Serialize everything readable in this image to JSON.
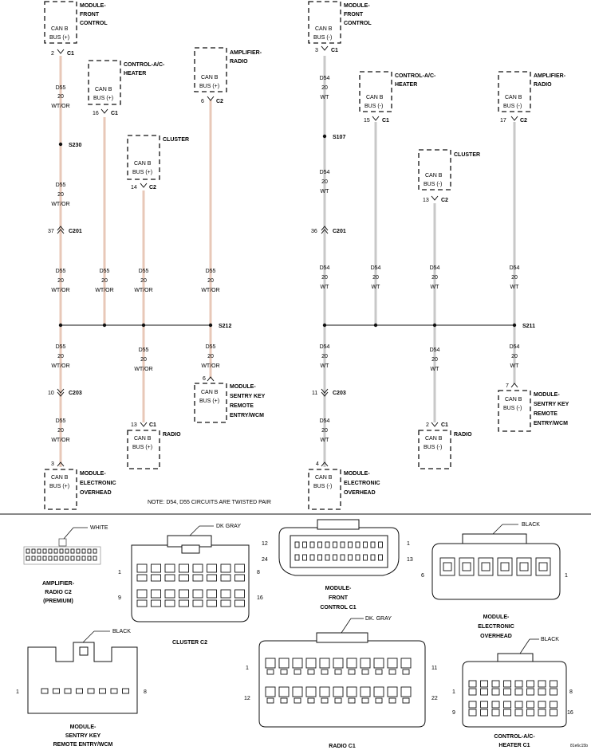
{
  "left_circuit": {
    "module_front_control": {
      "title_lines": [
        "MODULE-",
        "FRONT",
        "CONTROL"
      ],
      "bus": [
        "CAN B",
        "BUS (+)"
      ],
      "pin": "2",
      "conn": "C1"
    },
    "control_ac_heater": {
      "title_lines": [
        "CONTROL-A/C-",
        "HEATER"
      ],
      "bus": [
        "CAN B",
        "BUS (+)"
      ],
      "pin": "16",
      "conn": "C1"
    },
    "amplifier_radio": {
      "title_lines": [
        "AMPLIFIER-",
        "RADIO"
      ],
      "bus": [
        "CAN B",
        "BUS (+)"
      ],
      "pin": "6",
      "conn": "C2"
    },
    "cluster": {
      "title_lines": [
        "CLUSTER"
      ],
      "bus": [
        "CAN B",
        "BUS (+)"
      ],
      "pin": "14",
      "conn": "C2"
    },
    "splice_1": "S230",
    "splice_2": "S212",
    "inline_1": {
      "pin": "37",
      "conn": "C201"
    },
    "inline_2": {
      "pin": "10",
      "conn": "C203"
    },
    "wire_labels": [
      "D55",
      "20",
      "WT/OR"
    ],
    "sentry_key": {
      "title_lines": [
        "MODULE-",
        "SENTRY KEY",
        "REMOTE",
        "ENTRY/WCM"
      ],
      "bus": [
        "CAN B",
        "BUS (+)"
      ],
      "pin": "6"
    },
    "radio": {
      "title_lines": [
        "RADIO"
      ],
      "bus": [
        "CAN B",
        "BUS (+)"
      ],
      "pin": "13",
      "conn": "C1"
    },
    "electronic_overhead": {
      "title_lines": [
        "MODULE-",
        "ELECTRONIC",
        "OVERHEAD"
      ],
      "bus": [
        "CAN B",
        "BUS (+)"
      ],
      "pin": "3"
    }
  },
  "right_circuit": {
    "module_front_control": {
      "title_lines": [
        "MODULE-",
        "FRONT",
        "CONTROL"
      ],
      "bus": [
        "CAN B",
        "BUS (-)"
      ],
      "pin": "3",
      "conn": "C1"
    },
    "control_ac_heater": {
      "title_lines": [
        "CONTROL-A/C-",
        "HEATER"
      ],
      "bus": [
        "CAN B",
        "BUS (-)"
      ],
      "pin": "15",
      "conn": "C1"
    },
    "amplifier_radio": {
      "title_lines": [
        "AMPLIFIER-",
        "RADIO"
      ],
      "bus": [
        "CAN B",
        "BUS (-)"
      ],
      "pin": "17",
      "conn": "C2"
    },
    "cluster": {
      "title_lines": [
        "CLUSTER"
      ],
      "bus": [
        "CAN B",
        "BUS (-)"
      ],
      "pin": "13",
      "conn": "C2"
    },
    "splice_1": "S107",
    "splice_2": "S211",
    "inline_1": {
      "pin": "36",
      "conn": "C201"
    },
    "inline_2": {
      "pin": "11",
      "conn": "C203"
    },
    "wire_labels": [
      "D54",
      "20",
      "WT"
    ],
    "sentry_key": {
      "title_lines": [
        "MODULE-",
        "SENTRY KEY",
        "REMOTE",
        "ENTRY/WCM"
      ],
      "bus": [
        "CAN B",
        "BUS (-)"
      ],
      "pin": "7"
    },
    "radio": {
      "title_lines": [
        "RADIO"
      ],
      "bus": [
        "CAN B",
        "BUS (-)"
      ],
      "pin": "2",
      "conn": "C1"
    },
    "electronic_overhead": {
      "title_lines": [
        "MODULE-",
        "ELECTRONIC",
        "OVERHEAD"
      ],
      "bus": [
        "CAN B",
        "BUS (-)"
      ],
      "pin": "4"
    }
  },
  "note": "NOTE:  D54, D55   CIRCUITS ARE TWISTED PAIR",
  "connectors": {
    "amplifier_radio_c2": {
      "color": "WHITE",
      "name_lines": [
        "AMPLIFIER-",
        "RADIO C2",
        "(PREMIUM)"
      ]
    },
    "cluster_c2": {
      "color": "DK GRAY",
      "name": "CLUSTER C2",
      "pins": [
        "1",
        "8",
        "9",
        "16"
      ]
    },
    "module_front_control_c1": {
      "name_lines": [
        "MODULE-",
        "FRONT",
        "CONTROL C1"
      ],
      "pins": [
        "12",
        "24",
        "1",
        "13"
      ]
    },
    "module_electronic_overhead": {
      "color": "BLACK",
      "name_lines": [
        "MODULE-",
        "ELECTRONIC",
        "OVERHEAD"
      ],
      "pins": [
        "6",
        "1"
      ]
    },
    "module_sentry_key": {
      "color": "BLACK",
      "name_lines": [
        "MODULE-",
        "SENTRY KEY",
        "REMOTE ENTRY/WCM"
      ],
      "pins": [
        "1",
        "8"
      ]
    },
    "radio_c1": {
      "color": "DK. GRAY",
      "name": "RADIO C1",
      "pins": [
        "1",
        "11",
        "12",
        "22"
      ]
    },
    "control_ac_heater_c1": {
      "color": "BLACK",
      "name_lines": [
        "CONTROL-A/C-",
        "HEATER C1"
      ],
      "pins": [
        "1",
        "8",
        "9",
        "16"
      ]
    }
  },
  "figure_id": "81e6c15b"
}
